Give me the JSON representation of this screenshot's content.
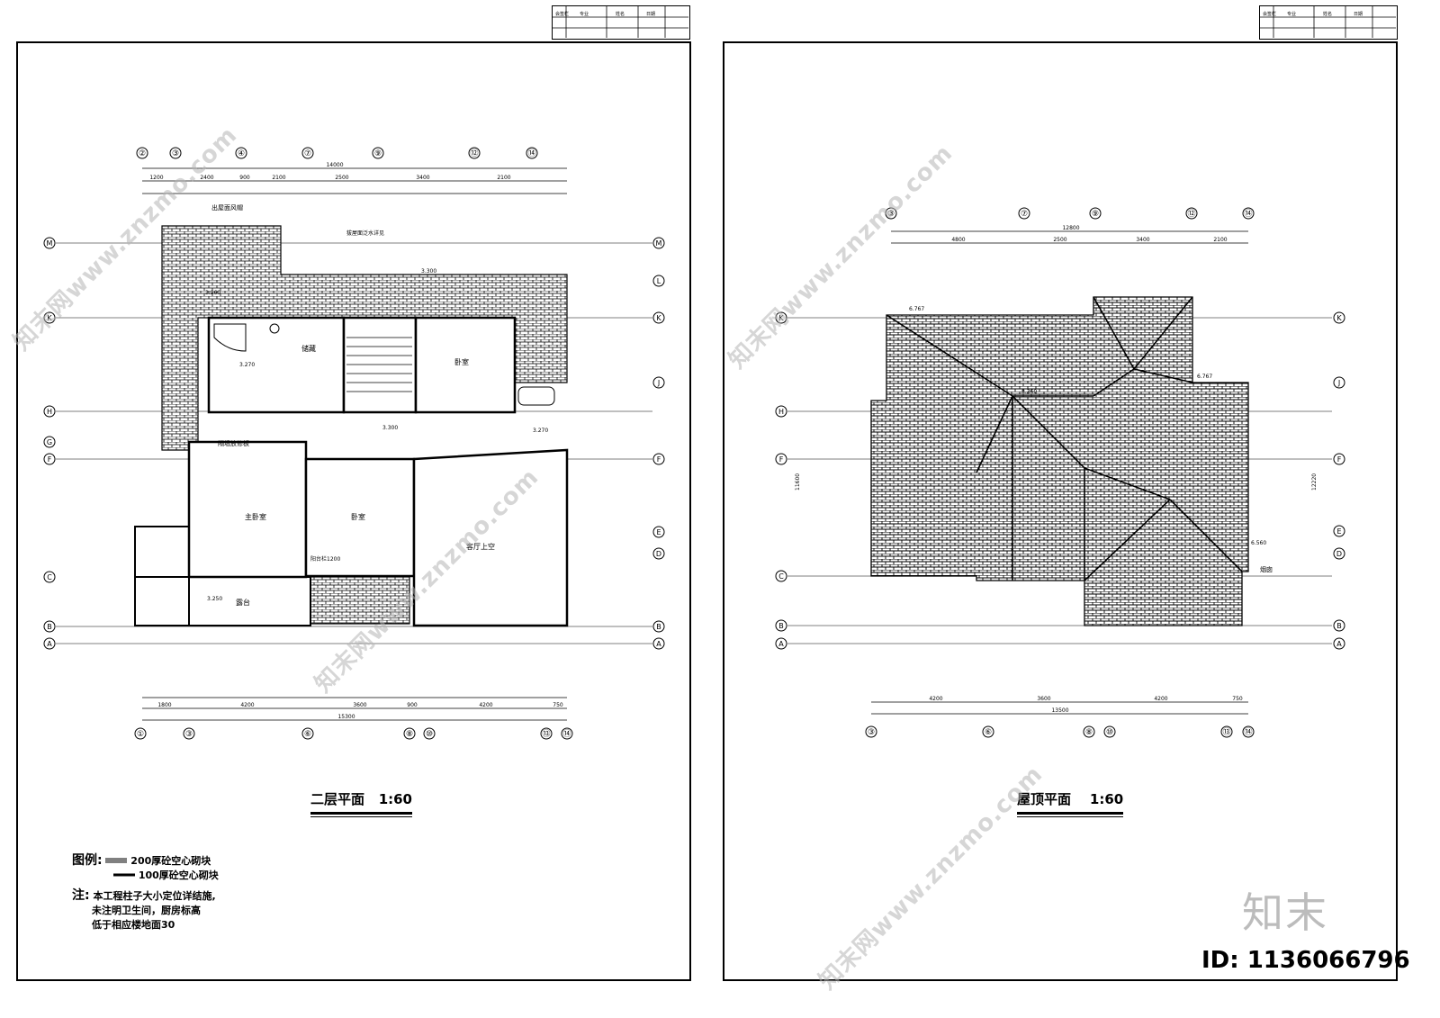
{
  "left_sheet": {
    "title": "二层平面",
    "scale": "1:60",
    "legend": {
      "heading": "图例:",
      "items": [
        "200厚砼空心砌块",
        "100厚砼空心砌块"
      ]
    },
    "note": {
      "heading": "注:",
      "lines": [
        "本工程柱子大小定位详结施,",
        "未注明卫生间，厨房标高",
        "低于相应楼地面30"
      ]
    },
    "rooms": [
      "主卧室",
      "卧室",
      "卧室",
      "客厅上空",
      "露台",
      "储藏",
      "阳台栏1200"
    ],
    "labels": [
      "出屋面风帽",
      "拔屋面泛水详见",
      "隔墙放修板"
    ],
    "top_dims_total": "14000",
    "top_dims": [
      "1200",
      "2400",
      "900",
      "2100",
      "2500",
      "3400",
      "2100"
    ],
    "bottom_dims_total": "15300",
    "bottom_dims": [
      "1800",
      "4200",
      "3600",
      "900",
      "4200",
      "750"
    ],
    "elevations": [
      "3.960",
      "3.270",
      "3.300",
      "3.250",
      "3.270",
      "3.300"
    ],
    "axes_top": [
      "②",
      "③",
      "④",
      "⑦",
      "⑨",
      "⑫",
      "⑭"
    ],
    "axes_bottom": [
      "①",
      "③",
      "⑥",
      "⑧",
      "⑩",
      "⑬",
      "⑭"
    ],
    "axes_side": [
      "M",
      "L",
      "K",
      "J",
      "H",
      "G",
      "F",
      "E",
      "D",
      "C",
      "B",
      "A"
    ]
  },
  "right_sheet": {
    "title": "屋顶平面",
    "scale": "1:60",
    "top_dims_total": "12800",
    "top_dims": [
      "4800",
      "2500",
      "3400",
      "2100"
    ],
    "bottom_dims_total": "13500",
    "bottom_dims": [
      "4200",
      "3600",
      "4200",
      "750"
    ],
    "side_total": "11600",
    "side_total_right": "12220",
    "elevations": [
      "6.767",
      "8.360",
      "6.767",
      "6.560"
    ],
    "labels": [
      "烟囱"
    ],
    "axes_top": [
      "③",
      "⑦",
      "⑨",
      "⑫",
      "⑭"
    ],
    "axes_bottom": [
      "③",
      "⑥",
      "⑧",
      "⑩",
      "⑬",
      "⑭"
    ],
    "axes_side": [
      "K",
      "J",
      "H",
      "F",
      "E",
      "D",
      "C",
      "B",
      "A"
    ]
  },
  "titleblock_headers": [
    "会签栏",
    "专业",
    "姓名",
    "日期"
  ],
  "watermark_text": "知末网www.znzmo.com",
  "logo_text": "知末",
  "id_text": "ID: 1136066796"
}
